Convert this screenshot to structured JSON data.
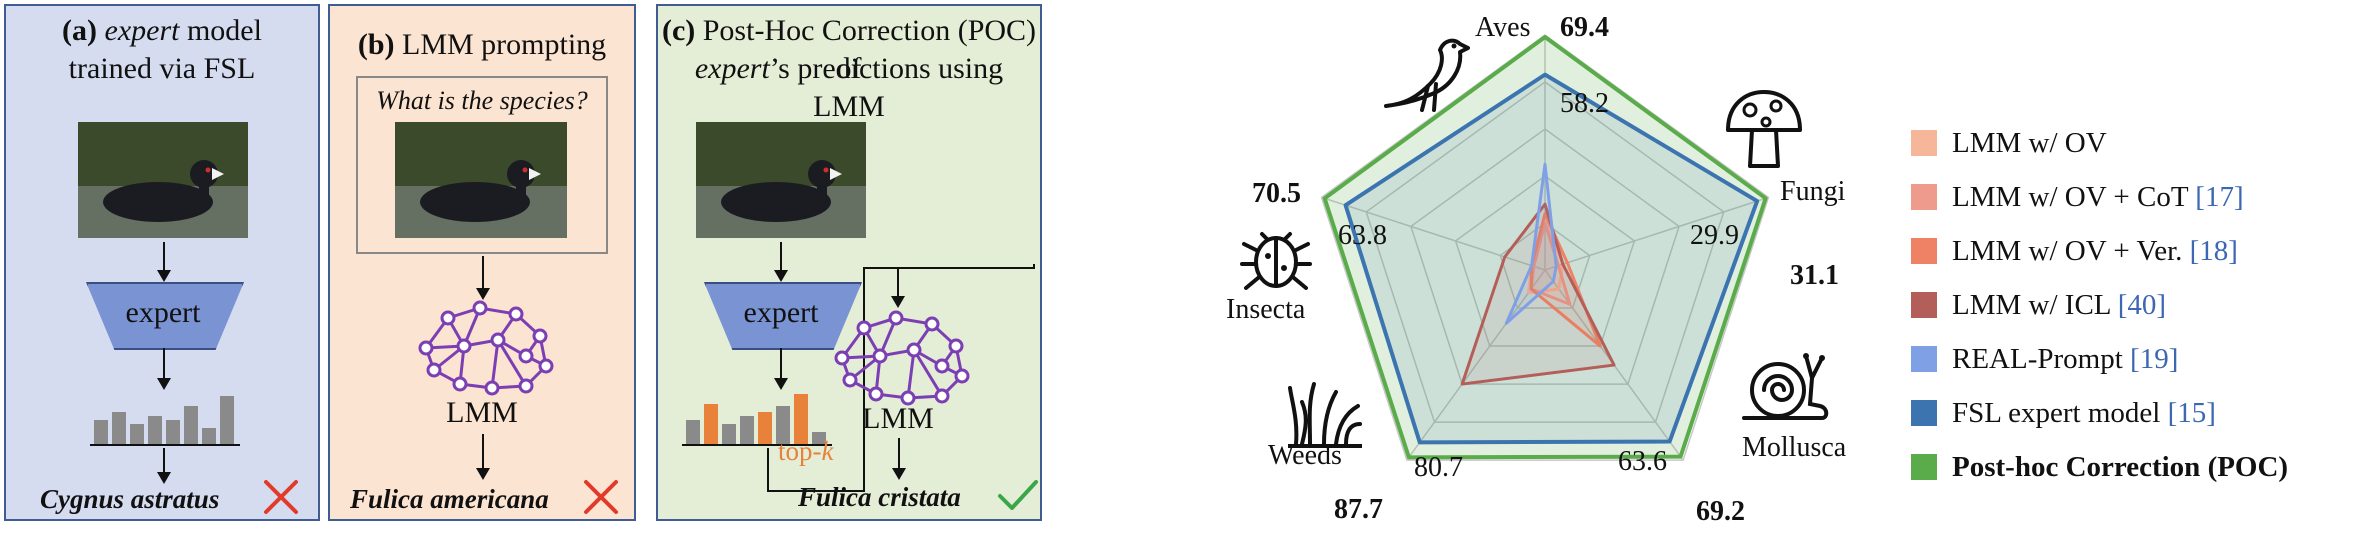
{
  "panel_a": {
    "prefix": "(a)",
    "title_italic": "expert",
    "title_rest": " model",
    "title_line2": "trained via FSL",
    "expert_label": "expert",
    "prediction": "Cygnus astratus"
  },
  "panel_b": {
    "prefix": "(b)",
    "title": " LMM prompting",
    "question": "What is the species?",
    "lmm_label": "LMM",
    "prediction": "Fulica americana"
  },
  "panel_c": {
    "prefix": "(c)",
    "title_line1": " Post-Hoc Correction (POC) of",
    "title_italic": "expert",
    "title_rest": "’s predictions using LMM",
    "expert_label": "expert",
    "topk_prefix": "top-",
    "topk_k": "k",
    "lmm_label": "LMM",
    "prediction": "Fulica cristata"
  },
  "colors": {
    "panel_a_bg": "#d5dcf0",
    "panel_b_bg": "#fbe4d2",
    "panel_c_bg": "#e4edd6",
    "border": "#3f5d93",
    "cross": "#e23a2a",
    "check": "#3aa64a",
    "topk": "#e8823a",
    "lmm": "#7b3fb3"
  },
  "icons": [
    "bird-icon",
    "mushroom-icon",
    "beetle-icon",
    "grass-icon",
    "snail-icon",
    "cross-icon",
    "check-icon"
  ],
  "chart_data": {
    "type": "radar",
    "axes": [
      "Aves",
      "Fungi",
      "Mollusca",
      "Weeds",
      "Insecta"
    ],
    "series": [
      {
        "name": "LMM w/ OV",
        "color": "#f5b69a"
      },
      {
        "name": "LMM w/ OV + CoT",
        "cite": "[17]",
        "color": "#ee9a8c"
      },
      {
        "name": "LMM w/ OV + Ver.",
        "cite": "[18]",
        "color": "#ef8264"
      },
      {
        "name": "LMM w/ ICL",
        "cite": "[40]",
        "color": "#b45e5a"
      },
      {
        "name": "REAL-Prompt",
        "cite": "[19]",
        "color": "#7fa0e4"
      },
      {
        "name": "FSL expert model",
        "cite": "[15]",
        "color": "#3c74b0",
        "values": [
          58.2,
          29.9,
          63.6,
          80.7,
          63.8
        ]
      },
      {
        "name": "Post-hoc Correction (POC)",
        "color": "#5aab4a",
        "bold": true,
        "values": [
          69.4,
          31.1,
          69.2,
          87.7,
          70.5
        ]
      }
    ],
    "value_labels": {
      "expert": [
        "58.2",
        "29.9",
        "63.6",
        "80.7",
        "63.8"
      ],
      "poc": [
        "69.4",
        "31.1",
        "69.2",
        "87.7",
        "70.5"
      ]
    }
  }
}
